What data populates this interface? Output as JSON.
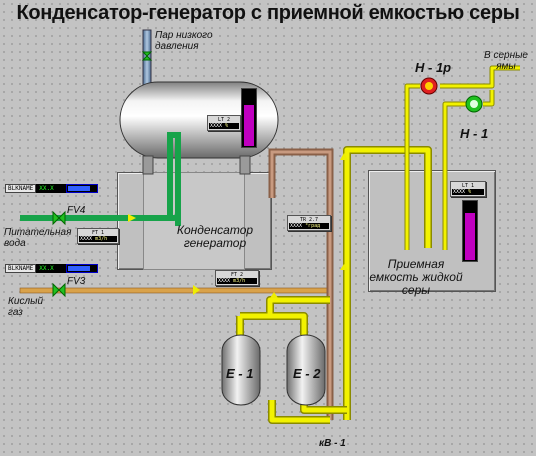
{
  "title": "Конденсатор-генератор с приемной емкостью серы",
  "labels": {
    "steam": "Пар низкого давления",
    "feed_water": "Питательная вода",
    "acid_gas": "Кислый газ",
    "condenser": "Конденсатор генератор",
    "receiver": "Приемная емкость жидкой серы",
    "to_pits": "В серные ямы",
    "pump_1r": "Н - 1р",
    "pump_1": "Н - 1",
    "e1": "Е - 1",
    "e2": "Е - 2",
    "kv1": "кВ - 1"
  },
  "valves": {
    "fv4": "FV4",
    "fv3": "FV3"
  },
  "rows": [
    {
      "name": "BLKNAME",
      "value": "XX.X"
    },
    {
      "name": "BLKNAME",
      "value": "XX.X"
    }
  ],
  "instruments": {
    "lt2": {
      "tag": "LT 2",
      "value": "XXXX",
      "unit": "%"
    },
    "ft1": {
      "tag": "FT 1",
      "value": "XXXX",
      "unit": "m3/h"
    },
    "tr27": {
      "tag": "TR 2.7",
      "value": "XXXX",
      "unit": "°град"
    },
    "ft2": {
      "tag": "FT 2",
      "value": "XXXX",
      "unit": "m3/h"
    },
    "lt1": {
      "tag": "LT 1",
      "value": "XXXX",
      "unit": "%"
    }
  },
  "levels": {
    "condenser_level": 0.7,
    "receiver_level": 0.78
  },
  "colors": {
    "yellow_pipe": "#f2f200",
    "green_pipe": "#17a34a",
    "orange_pipe": "#d9a24a",
    "brown_pipe": "#a67860",
    "level_fill": "#c000c0",
    "pump_red": "#e02020",
    "pump_green": "#20c020"
  }
}
